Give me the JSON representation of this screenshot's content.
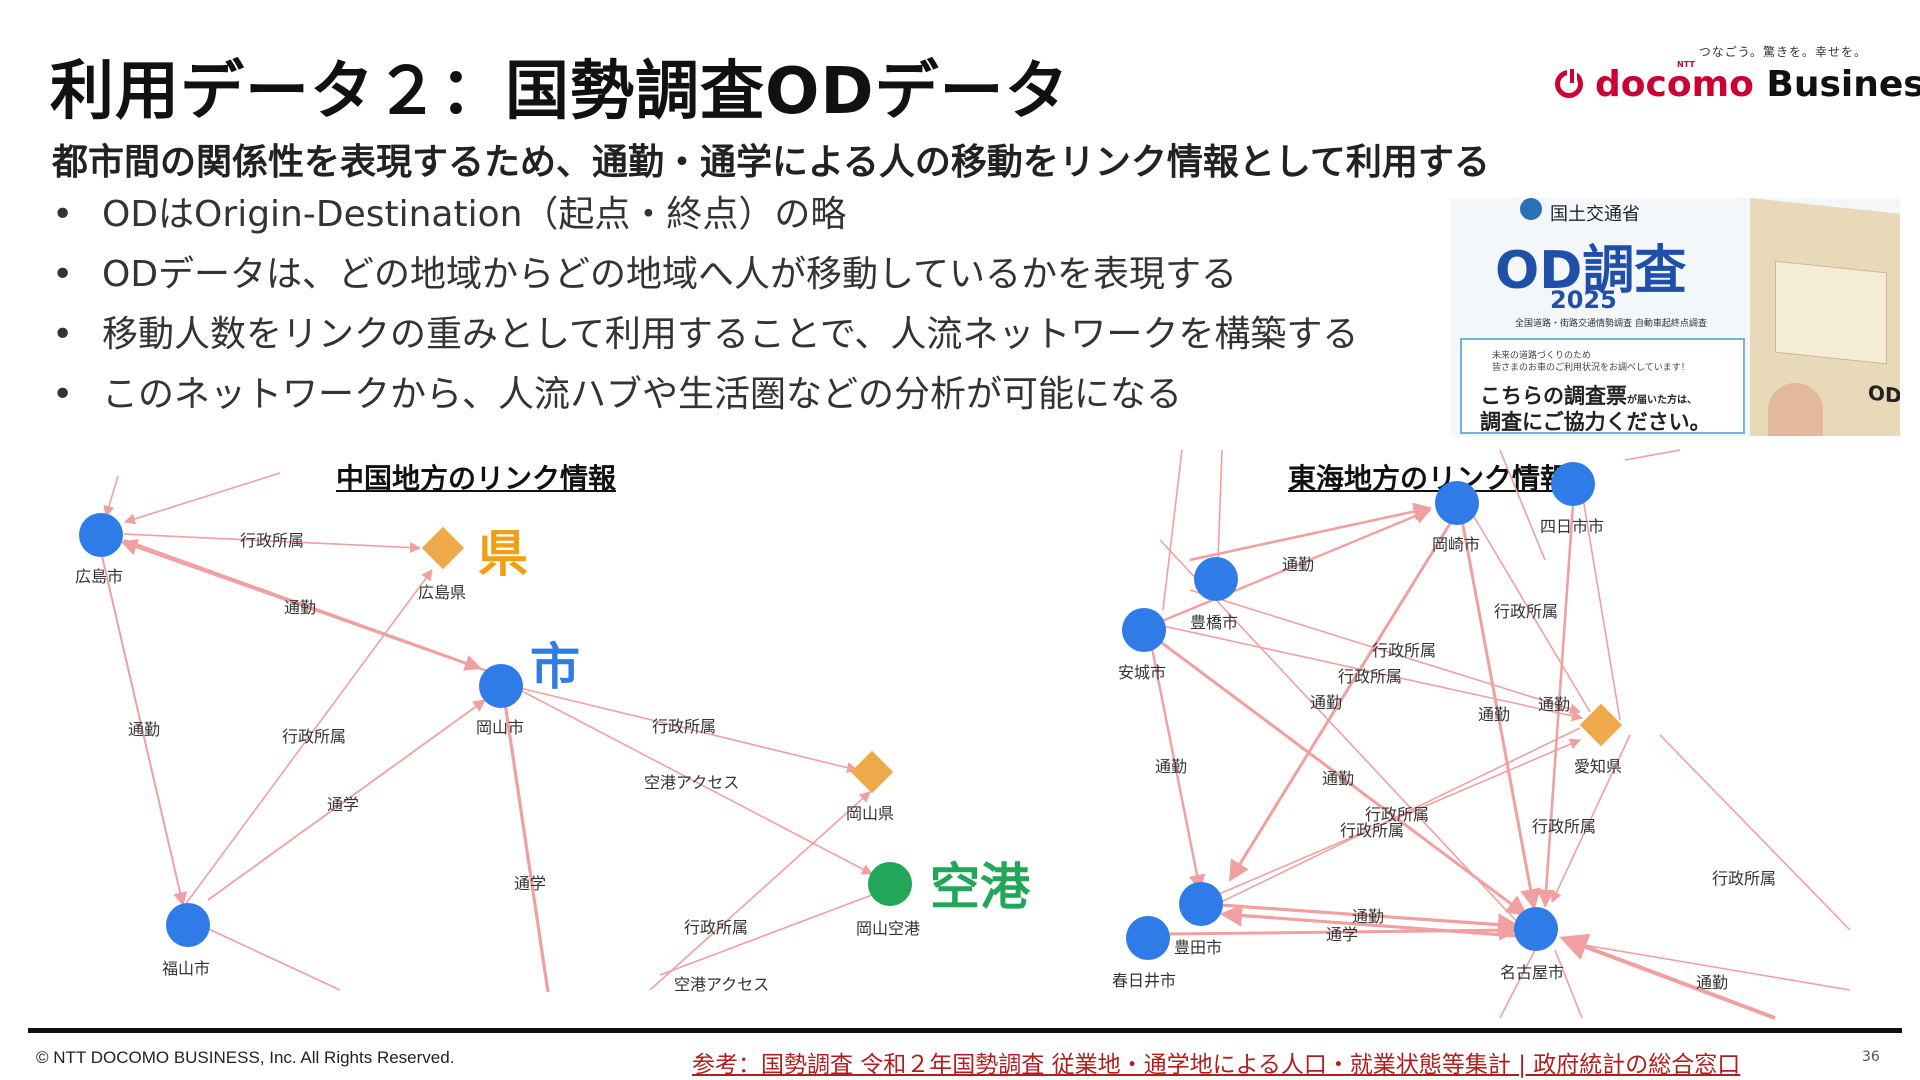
{
  "title": "利用データ２：国勢調査ODデータ",
  "brand": {
    "tagline": "つなごう。驚きを。幸せを。",
    "ntt": "NTT",
    "logo_main": "docomo",
    "logo_sub": "Business",
    "color": "#cc0033"
  },
  "subtitle": "都市間の関係性を表現するため、通勤・通学による人の移動をリンク情報として利用する",
  "bullets": [
    "ODはOrigin-Destination（起点・終点）の略",
    "ODデータは、どの地域からどの地域へ人が移動しているかを表現する",
    "移動人数をリンクの重みとして利用することで、人流ネットワークを構築する",
    "このネットワークから、人流ハブや生活圏などの分析が可能になる"
  ],
  "od_image": {
    "ministry": "国土交通省",
    "big": "OD調査",
    "year": "2025",
    "small": "全国道路・街路交通情勢調査 自動車起終点調査",
    "box_line1": "未来の道路づくりのため",
    "box_line2": "皆さまのお車のご利用状況をお調べしています！",
    "box_line3_main": "こちらの調査票",
    "box_line3_small": "が届いた方は、",
    "box_line4": "調査にご協力ください。",
    "envelope_label": "OD"
  },
  "chugoku": {
    "title": "中国地方のリンク情報",
    "nodes": {
      "hiroshima_city": "広島市",
      "hiroshima_pref": "広島県",
      "okayama_city": "岡山市",
      "okayama_pref": "岡山県",
      "okayama_airport": "岡山空港",
      "fukuyama_city": "福山市"
    },
    "edge_labels": {
      "gyosei1": "行政所属",
      "tsukin1": "通勤",
      "tsukin2": "通勤",
      "gyosei2": "行政所属",
      "tsugaku1": "通学",
      "gyosei3": "行政所属",
      "kuko1": "空港アクセス",
      "tsugaku2": "通学",
      "gyosei4": "行政所属",
      "kuko2": "空港アクセス"
    },
    "legend": {
      "pref": "県",
      "city": "市",
      "airport": "空港"
    }
  },
  "tokai": {
    "title": "東海地方のリンク情報",
    "nodes": {
      "okazaki": "岡崎市",
      "yokkaichi": "四日市市",
      "toyohashi": "豊橋市",
      "anjo": "安城市",
      "aichi": "愛知県",
      "toyota": "豊田市",
      "kasugai": "春日井市",
      "nagoya": "名古屋市"
    },
    "edge_labels": {
      "e1": "通勤",
      "e2": "行政所属",
      "e3": "行政所属",
      "e4": "行政所属",
      "e5": "通勤",
      "e6": "通勤",
      "e7": "通勤",
      "e8": "通勤",
      "e9": "通勤",
      "e10": "行政所属",
      "e11": "行政所属",
      "e12": "行政所属",
      "e13": "行政所属",
      "e14": "通勤",
      "e15": "通学",
      "e16": "通勤"
    }
  },
  "colors": {
    "city_node": "#2f7be8",
    "pref_node": "#eeaa4a",
    "airport_node": "#22a65a",
    "edge": "#f0a0a0",
    "legend_pref": "#f0a010",
    "legend_city": "#2f7be8",
    "legend_airport": "#22a65a"
  },
  "footer": {
    "copyright": "© NTT DOCOMO BUSINESS, Inc. All Rights Reserved.",
    "reference": "参考：国勢調査 令和２年国勢調査 従業地・通学地による人口・就業状態等集計 | 政府統計の総合窓口",
    "page": "36"
  }
}
